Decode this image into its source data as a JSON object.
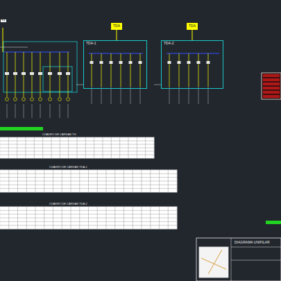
{
  "diagram": {
    "title": "DIAGRAMA UNIFILAR",
    "nodes": [
      {
        "text": [
          "TDA"
        ]
      },
      {
        "text": [
          "TDA-1"
        ]
      },
      {
        "text": [
          "TDA"
        ]
      },
      {
        "text": [
          "TDA-2"
        ]
      }
    ],
    "edges": [
      {
        "from": 0,
        "to": 1,
        "arrow": "none"
      },
      {
        "from": 2,
        "to": 3,
        "arrow": "none"
      }
    ],
    "labels": [
      "TG",
      "CUADRO DE CARGAS TG",
      "CUADRO DE CARGAS TDA-1",
      "CUADRO DE CARGAS TDA-2"
    ]
  }
}
